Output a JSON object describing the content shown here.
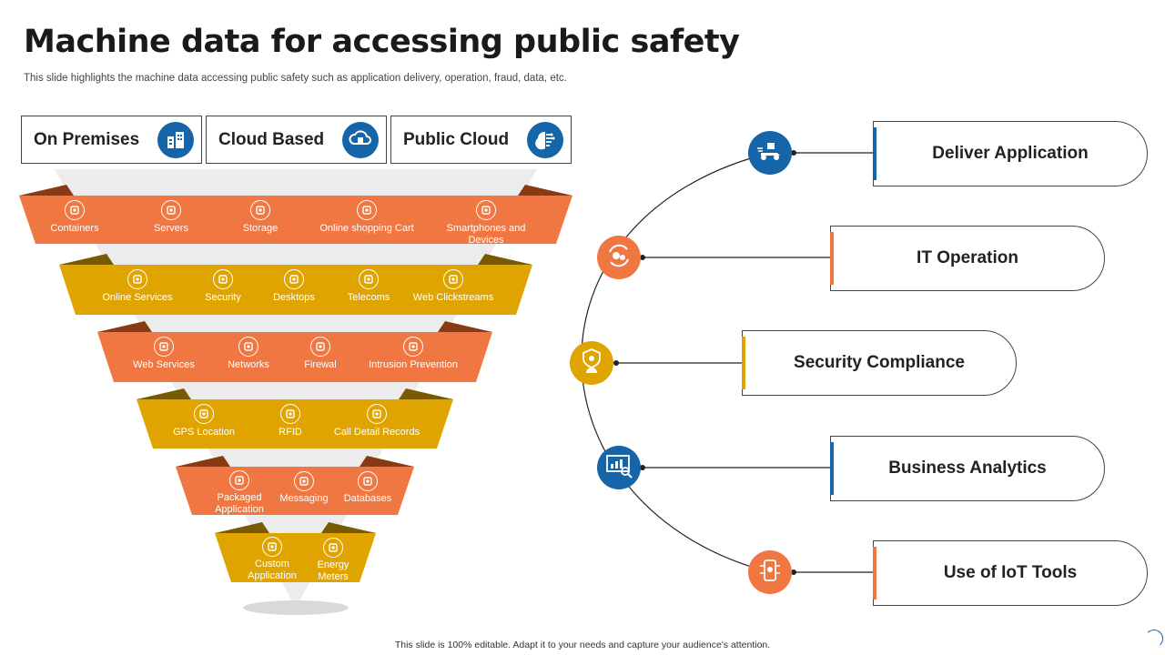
{
  "header": {
    "title": "Machine data for accessing public safety",
    "subtitle": "This slide highlights the machine data accessing public safety such as application delivery, operation, fraud, data, etc."
  },
  "deployment": [
    {
      "label": "On Premises",
      "icon": "buildings-icon"
    },
    {
      "label": "Cloud Based",
      "icon": "cloud-chip-icon"
    },
    {
      "label": "Public Cloud",
      "icon": "brain-circuit-icon"
    }
  ],
  "funnel": {
    "levels": [
      {
        "items": [
          {
            "label": "Containers",
            "icon": "container-icon"
          },
          {
            "label": "Servers",
            "icon": "server-icon"
          },
          {
            "label": "Storage",
            "icon": "storage-icon"
          },
          {
            "label": "Online shopping Cart",
            "icon": "cart-icon"
          },
          {
            "label": "Smartphones and Devices",
            "icon": "smartphone-icon"
          }
        ]
      },
      {
        "items": [
          {
            "label": "Online Services",
            "icon": "online-services-icon"
          },
          {
            "label": "Security",
            "icon": "security-icon"
          },
          {
            "label": "Desktops",
            "icon": "desktop-icon"
          },
          {
            "label": "Telecoms",
            "icon": "telecom-icon"
          },
          {
            "label": "Web Clickstreams",
            "icon": "clickstream-icon"
          }
        ]
      },
      {
        "items": [
          {
            "label": "Web Services",
            "icon": "web-services-icon"
          },
          {
            "label": "Networks",
            "icon": "network-icon"
          },
          {
            "label": "Firewal",
            "icon": "firewall-icon"
          },
          {
            "label": "Intrusion Prevention",
            "icon": "intrusion-icon"
          }
        ]
      },
      {
        "items": [
          {
            "label": "GPS Location",
            "icon": "gps-icon"
          },
          {
            "label": "RFID",
            "icon": "rfid-icon"
          },
          {
            "label": "Call Detail Records",
            "icon": "call-records-icon"
          }
        ]
      },
      {
        "items": [
          {
            "label": "Packaged Application",
            "icon": "package-icon"
          },
          {
            "label": "Messaging",
            "icon": "messaging-icon"
          },
          {
            "label": "Databases",
            "icon": "database-icon"
          }
        ]
      },
      {
        "items": [
          {
            "label": "Custom Application",
            "icon": "custom-app-icon"
          },
          {
            "label": "Energy Meters",
            "icon": "energy-meter-icon"
          }
        ]
      }
    ]
  },
  "uses": [
    {
      "label": "Deliver Application",
      "icon": "delivery-scooter-icon",
      "color": "#1565a8"
    },
    {
      "label": "IT Operation",
      "icon": "gears-cycle-icon",
      "color": "#f07742"
    },
    {
      "label": "Security Compliance",
      "icon": "shield-person-icon",
      "color": "#e0a400"
    },
    {
      "label": "Business Analytics",
      "icon": "analytics-board-icon",
      "color": "#1565a8"
    },
    {
      "label": "Use of IoT Tools",
      "icon": "iot-device-icon",
      "color": "#f07742"
    }
  ],
  "colors": {
    "blue": "#1565a8",
    "orange": "#f07742",
    "gold": "#e0a400"
  },
  "footer": "This slide is 100% editable. Adapt it to your needs and capture your audience's attention."
}
